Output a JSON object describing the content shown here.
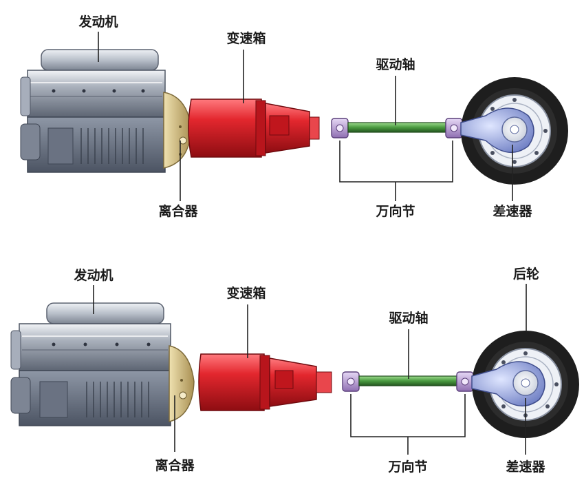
{
  "diagram": {
    "panels": [
      {
        "id": "top",
        "labels": {
          "engine": "发动机",
          "transmission": "变速箱",
          "drive_shaft": "驱动轴",
          "clutch": "离合器",
          "universal_joint": "万向节",
          "differential": "差速器"
        }
      },
      {
        "id": "bottom",
        "labels": {
          "engine": "发动机",
          "transmission": "变速箱",
          "drive_shaft": "驱动轴",
          "rear_wheel": "后轮",
          "clutch": "离合器",
          "universal_joint": "万向节",
          "differential": "差速器"
        }
      }
    ],
    "colors": {
      "engine_body": "#9aa3b0",
      "transmission": "#d21f26",
      "drive_shaft": "#3f8f3a",
      "joint": "#b79bd4",
      "tire": "#1e1e1e",
      "differential": "#8f9fd8",
      "clutch": "#c7b27a"
    }
  }
}
